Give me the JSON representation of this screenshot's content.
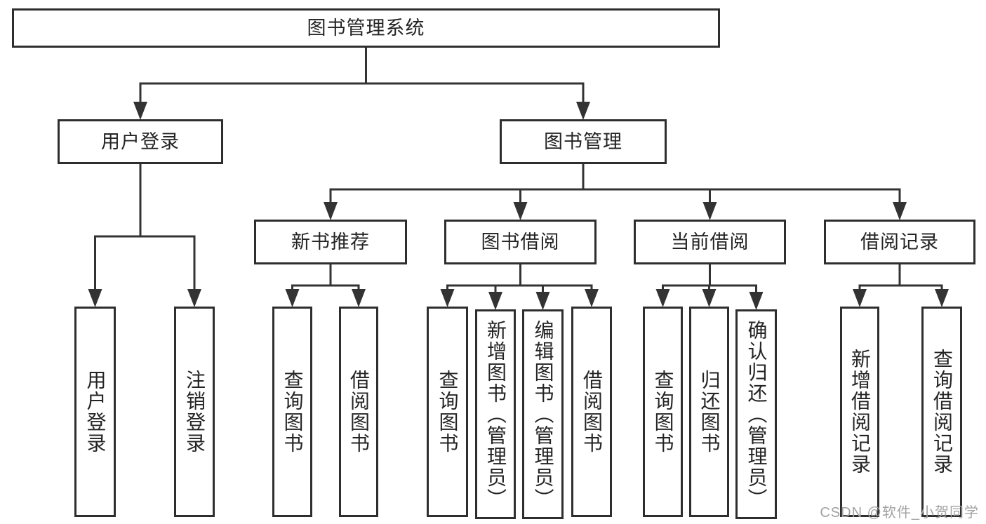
{
  "diagram": {
    "title": "图书管理系统",
    "colors": {
      "background": "#ffffff",
      "line": "#333333",
      "box_border": "#2e2e2e",
      "box_fill": "#ffffff",
      "text": "#242424"
    },
    "watermark": {
      "text": "CSDN @软件_小贺同学",
      "color": "#a2a2a2"
    },
    "tree": {
      "id": "root",
      "label": "图书管理系统",
      "children": [
        {
          "id": "user-login",
          "label": "用户登录",
          "children": [
            {
              "id": "leaf-user-login",
              "label": "用户登录"
            },
            {
              "id": "leaf-logout",
              "label": "注销登录"
            }
          ]
        },
        {
          "id": "book-mgmt",
          "label": "图书管理",
          "children": [
            {
              "id": "new-books",
              "label": "新书推荐",
              "children": [
                {
                  "id": "leaf-nb-query",
                  "label": "查询图书"
                },
                {
                  "id": "leaf-nb-borrow",
                  "label": "借阅图书"
                }
              ]
            },
            {
              "id": "book-borrow",
              "label": "图书借阅",
              "children": [
                {
                  "id": "leaf-bb-query",
                  "label": "查询图书"
                },
                {
                  "id": "leaf-bb-add",
                  "label": "新增图书（管理员）"
                },
                {
                  "id": "leaf-bb-edit",
                  "label": "编辑图书（管理员）"
                },
                {
                  "id": "leaf-bb-borrow",
                  "label": "借阅图书"
                }
              ]
            },
            {
              "id": "current-borrow",
              "label": "当前借阅",
              "children": [
                {
                  "id": "leaf-cb-query",
                  "label": "查询图书"
                },
                {
                  "id": "leaf-cb-return",
                  "label": "归还图书"
                },
                {
                  "id": "leaf-cb-confirm",
                  "label": "确认归还（管理员）"
                }
              ]
            },
            {
              "id": "borrow-records",
              "label": "借阅记录",
              "children": [
                {
                  "id": "leaf-br-add",
                  "label": "新增借阅记录"
                },
                {
                  "id": "leaf-br-query",
                  "label": "查询借阅记录"
                }
              ]
            }
          ]
        }
      ]
    }
  }
}
